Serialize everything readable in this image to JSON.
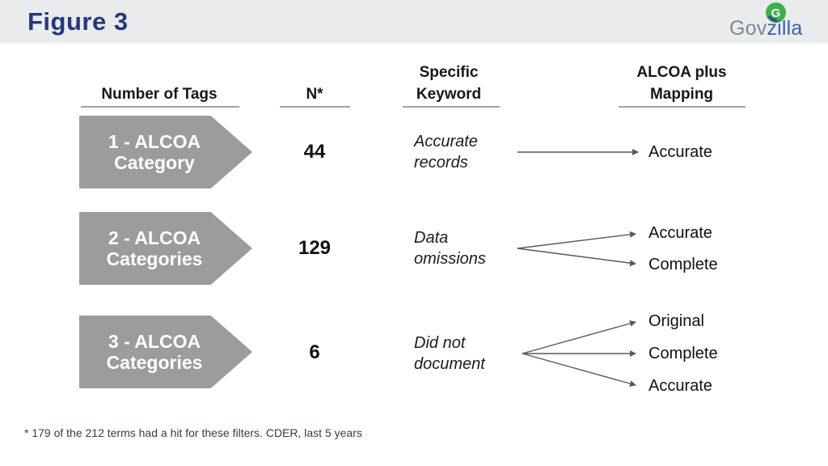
{
  "header": {
    "title": "Figure 3",
    "logo": {
      "icon": "govzilla-g-icon",
      "icon_letter": "G",
      "text_gray": "Gov",
      "text_blue": "zilla"
    }
  },
  "columns": {
    "tags": "Number of Tags",
    "n": "N*",
    "keyword": "Specific Keyword",
    "mapping": "ALCOA plus Mapping"
  },
  "rows": [
    {
      "tag_label": "1 - ALCOA Category",
      "n": "44",
      "keyword": "Accurate records",
      "mappings": [
        "Accurate"
      ]
    },
    {
      "tag_label": "2 - ALCOA Categories",
      "n": "129",
      "keyword": "Data omissions",
      "mappings": [
        "Accurate",
        "Complete"
      ]
    },
    {
      "tag_label": "3 - ALCOA Categories",
      "n": "6",
      "keyword": "Did not document",
      "mappings": [
        "Original",
        "Complete",
        "Accurate"
      ]
    }
  ],
  "footnote": "* 179 of the 212 terms had a hit for these filters. CDER, last 5 years",
  "colors": {
    "header_bg": "#e9ebec",
    "title_navy": "#27377e",
    "shape_gray": "#9c9c9c",
    "arrow_gray": "#595959",
    "logo_green": "#3daf4b",
    "logo_blue": "#3e61a6",
    "logo_gray": "#7d8992"
  }
}
